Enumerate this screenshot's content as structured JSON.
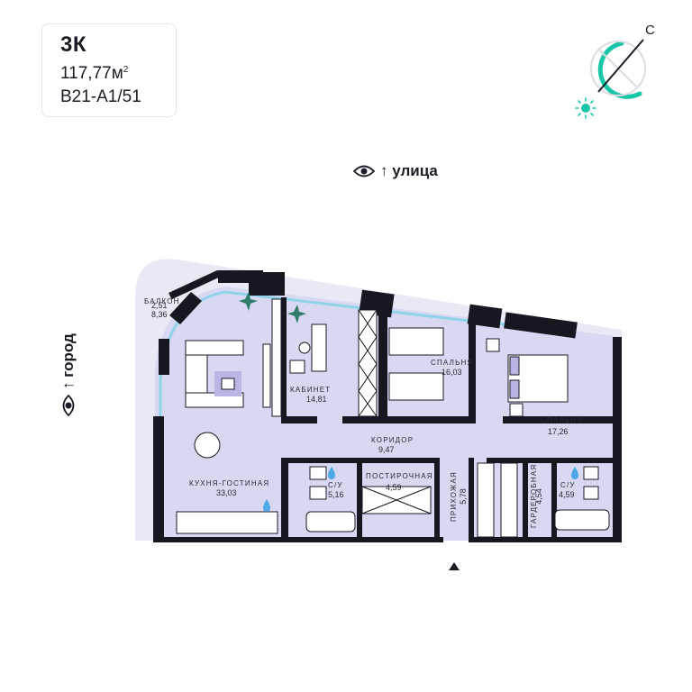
{
  "apartment": {
    "type": "3К",
    "area_value": "117,77м",
    "area_sup": "2",
    "code": "В21-А1/51"
  },
  "compass": {
    "north_letter": "С",
    "accent_color": "#19c6a8"
  },
  "orientation": {
    "street": "↑ улица",
    "city": "↑ город"
  },
  "rooms": {
    "balcony": {
      "label": "БАЛКОН",
      "area1": "2,51",
      "area2": "8,36"
    },
    "living": {
      "label": "КУХНЯ-ГОСТИНАЯ",
      "area": "33,03"
    },
    "study": {
      "label": "КАБИНЕТ",
      "area": "14,81"
    },
    "bedroom1": {
      "label": "СПАЛЬНЯ",
      "area": "16,03"
    },
    "bedroom2": {
      "label": "СПАЛЬНЯ",
      "area": "17,26"
    },
    "corridor": {
      "label": "КОРИДОР",
      "area": "9,47"
    },
    "bath1": {
      "label": "С/У",
      "area": "5,16"
    },
    "laundry": {
      "label": "ПОСТИРОЧНАЯ",
      "area": "4,59"
    },
    "hall": {
      "label": "ПРИХОЖАЯ",
      "area": "5,78"
    },
    "wardrobe": {
      "label": "ГАРДЕРОБНАЯ",
      "area": "4,54"
    },
    "bath2": {
      "label": "С/У",
      "area": "4,59"
    }
  },
  "colors": {
    "floor": "#d9d8f2",
    "wall": "#17171f",
    "glass": "#8fd3ea",
    "accent": "#19c6a8"
  }
}
